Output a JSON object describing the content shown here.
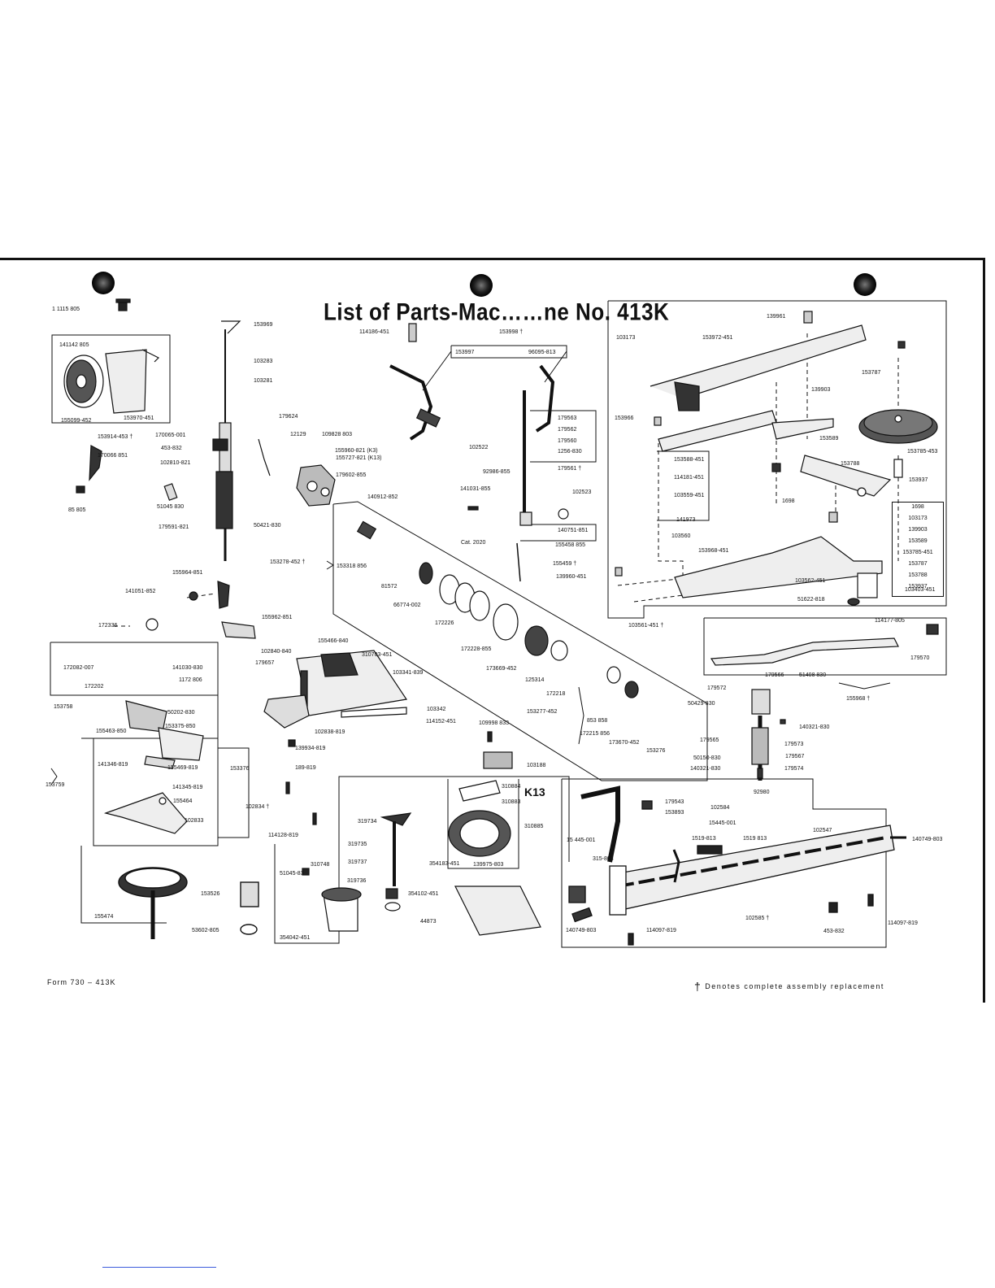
{
  "title": "List of Parts-Mac……ne No. 413K",
  "k13_label": "K13",
  "footer": {
    "form": "Form 730 – 413K",
    "dagger": "†",
    "note": "Denotes complete assembly replacement"
  },
  "kit_list": [
    "1698",
    "103173",
    "139903",
    "153589",
    "153785-451",
    "153787",
    "153788",
    "153937"
  ],
  "part_numbers": [
    "1 1115 805",
    "141142 805",
    "155099-452",
    "153970-451",
    "153914-453 †",
    "170066 851",
    "85 805",
    "170065-001",
    "453-832",
    "102810-821",
    "51045 830",
    "179591-821",
    "153969",
    "103283",
    "103281",
    "179624",
    "12129",
    "109828 803",
    "155960-821 (K3)",
    "155727-821 (K13)",
    "179602-855",
    "140912-852",
    "50421-830",
    "153278-452 †",
    "153318 856",
    "155964-851",
    "141051-852",
    "172336",
    "155962-851",
    "81572",
    "66774-002",
    "172226",
    "172228-855",
    "173669-452",
    "125314",
    "155466-840",
    "102840-840",
    "179657",
    "310703-451",
    "103341-839",
    "172082-007",
    "141030-830",
    "1172 806",
    "172202",
    "153758",
    "50202-830",
    "153375-850",
    "155463-850",
    "155469-819",
    "153376",
    "141346-819",
    "141345-819",
    "155464",
    "102833",
    "102834 †",
    "153759",
    "102838-819",
    "139934-819",
    "189-819",
    "114128-819",
    "155474",
    "153526",
    "53602-805",
    "114186-451",
    "153998 †",
    "153997",
    "96095-813",
    "179563",
    "179562",
    "179560",
    "1256-830",
    "179561 †",
    "102522",
    "92986-855",
    "102523",
    "141031-855",
    "140751-851",
    "155458 855",
    "Cat. 2020",
    "155459 †",
    "139960-451",
    "172218",
    "153277-452",
    "853 858",
    "172215 856",
    "173670-452",
    "153276",
    "103342",
    "114152-451",
    "109998 833",
    "103188",
    "310884",
    "310883",
    "310885",
    "354183-451",
    "139975-803",
    "319734",
    "319735",
    "319737",
    "319736",
    "310748",
    "51045-83",
    "354042-451",
    "354102-451",
    "44873",
    "139961",
    "103173",
    "153972-451",
    "153787",
    "153966",
    "139903",
    "153589",
    "153785-453",
    "153588-451",
    "114181-451",
    "153788",
    "153937",
    "103559-451",
    "1698",
    "141973",
    "103560",
    "153968-451",
    "103562-451",
    "51622-818",
    "103561-451 †",
    "103403-451",
    "114177-805",
    "179570",
    "179566",
    "51408 830",
    "179572",
    "155968 †",
    "50429-830",
    "140321-830",
    "179565",
    "179573",
    "50150-830",
    "179567",
    "140321-830",
    "179574",
    "92980",
    "179543",
    "153893",
    "102584",
    "15445-001",
    "102547",
    "140749-803",
    "15 445-001",
    "315-803",
    "1519-813",
    "1519 813",
    "102585 †",
    "453-832",
    "114097-819",
    "140749-803",
    "114097-819"
  ]
}
